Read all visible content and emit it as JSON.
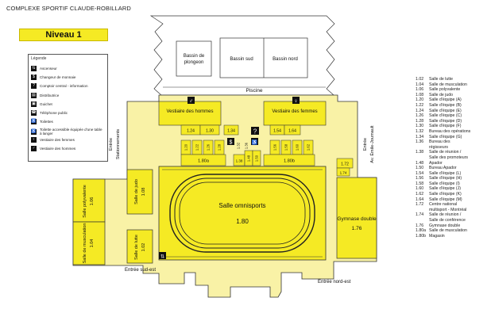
{
  "header": {
    "complex_name": "COMPLEXE SPORTIF CLAUDE-ROBILLARD",
    "level": "Niveau 1"
  },
  "legend": {
    "title": "Légende",
    "items": [
      {
        "icon": "elevator-icon",
        "glyph": "⇅",
        "label": "Ascenseur"
      },
      {
        "icon": "money-changer-icon",
        "glyph": "$",
        "label": "Changeur de monnaie"
      },
      {
        "icon": "info-counter-icon",
        "glyph": "?",
        "label": "Comptoir central - information"
      },
      {
        "icon": "vending-machine-icon",
        "glyph": "▤",
        "label": "Distributrice"
      },
      {
        "icon": "ticket-window-icon",
        "glyph": "▣",
        "label": "Guichet"
      },
      {
        "icon": "public-phone-icon",
        "glyph": "☎",
        "label": "Téléphone public"
      },
      {
        "icon": "toilets-icon",
        "glyph": "♿",
        "label": "Toilettes"
      },
      {
        "icon": "accessible-toilet-changing-icon",
        "glyph": "♿",
        "label": "Toilette accessible équipée d'une table à langer"
      },
      {
        "icon": "women-locker-icon",
        "glyph": "♀",
        "label": "Vestiaire des femmes"
      },
      {
        "icon": "men-locker-icon",
        "glyph": "♂",
        "label": "Vestiaire des hommes"
      }
    ]
  },
  "rooms": {
    "bassin_plongeon": "Bassin de plongeon",
    "bassin_sud": "Bassin sud",
    "bassin_nord": "Bassin nord",
    "piscine": "Piscine",
    "vestiaire_hommes": "Vestiaire des hommes",
    "vestiaire_femmes": "Vestiaire des femmes",
    "salle_omnisports_name": "Salle omnisports",
    "salle_omnisports_code": "1.80",
    "gymnase_double_name": "Gymnase double",
    "gymnase_double_code": "1.76",
    "salle_polyvalente": "Salle polyvalente",
    "salle_polyvalente_code": "1.06",
    "salle_judo": "Salle de judo",
    "salle_judo_code": "1.08",
    "salle_musculation": "Salle de musculation",
    "salle_musculation_code": "1.04",
    "salle_lutte": "Salle de lutte",
    "salle_lutte_code": "1.02"
  },
  "room_codes": {
    "r124": "1.24",
    "r130": "1.30",
    "r134": "1.34",
    "r154": "1.54",
    "r164": "1.64",
    "r180a": "1.80a",
    "r180b": "1.80b",
    "r172": "1.72",
    "r174": "1.74",
    "r138": "1.38",
    "r148": "1.48",
    "r150": "1.50",
    "r120": "1.20",
    "r122": "1.22",
    "r126": "1.26",
    "r128": "1.28",
    "r132": "1.32",
    "r136": "1.36",
    "r156": "1.56",
    "r158": "1.58",
    "r160": "1.60",
    "r162": "1.62"
  },
  "entrances": {
    "entree_stationnements_line1": "Entrée",
    "entree_stationnements_line2": "Stationnements",
    "entree_emile_line1": "Entrée",
    "entree_emile_line2": "Av. Émile-Journault",
    "entree_sud_est": "Entrée sud-est",
    "entree_nord_est": "Entrée nord-est"
  },
  "room_key": [
    {
      "code": "1.02",
      "name": "Salle de lutte"
    },
    {
      "code": "1.04",
      "name": "Salle de musculation"
    },
    {
      "code": "1.06",
      "name": "Salle polyvalente"
    },
    {
      "code": "1.08",
      "name": "Salle de judo"
    },
    {
      "code": "1.20",
      "name": "Salle d'équipe (A)"
    },
    {
      "code": "1.22",
      "name": "Salle d'équipe (B)"
    },
    {
      "code": "1.24",
      "name": "Salle d'équipe (E)"
    },
    {
      "code": "1.26",
      "name": "Salle d'équipe (C)"
    },
    {
      "code": "1.28",
      "name": "Salle d'équipe (D)"
    },
    {
      "code": "1.30",
      "name": "Salle d'équipe (F)"
    },
    {
      "code": "1.32",
      "name": "Bureau des opérations"
    },
    {
      "code": "1.34",
      "name": "Salle d'équipe (G)"
    },
    {
      "code": "1.36",
      "name": "Bureau des"
    },
    {
      "code": "",
      "name": "régisseurs"
    },
    {
      "code": "1.38",
      "name": "Salle de réunion /"
    },
    {
      "code": "",
      "name": "Salle des promoteurs"
    },
    {
      "code": "1.48",
      "name": "Apador"
    },
    {
      "code": "1.50",
      "name": "Bureau Apador"
    },
    {
      "code": "1.54",
      "name": "Salle d'équipe (L)"
    },
    {
      "code": "1.56",
      "name": "Salle d'équipe (H)"
    },
    {
      "code": "1.58",
      "name": "Salle d'équipe (I)"
    },
    {
      "code": "1.60",
      "name": "Salle d'équipe (J)"
    },
    {
      "code": "1.62",
      "name": "Salle d'équipe (K)"
    },
    {
      "code": "1.64",
      "name": "Salle d'équipe (M)"
    },
    {
      "code": "1.72",
      "name": "Centre national"
    },
    {
      "code": "",
      "name": "multisport - Montréal"
    },
    {
      "code": "1.74",
      "name": "Salle de réunion /"
    },
    {
      "code": "",
      "name": "Salle de conférence"
    },
    {
      "code": "1.76",
      "name": "Gymnase double"
    },
    {
      "code": "1.80a",
      "name": "Salle de musculation"
    },
    {
      "code": "1.80b",
      "name": "Magasin"
    }
  ],
  "colors": {
    "room": "#f5ea24",
    "room_dark": "#e8d400",
    "wall": "#333333",
    "corridor": "#f9f2a6"
  }
}
